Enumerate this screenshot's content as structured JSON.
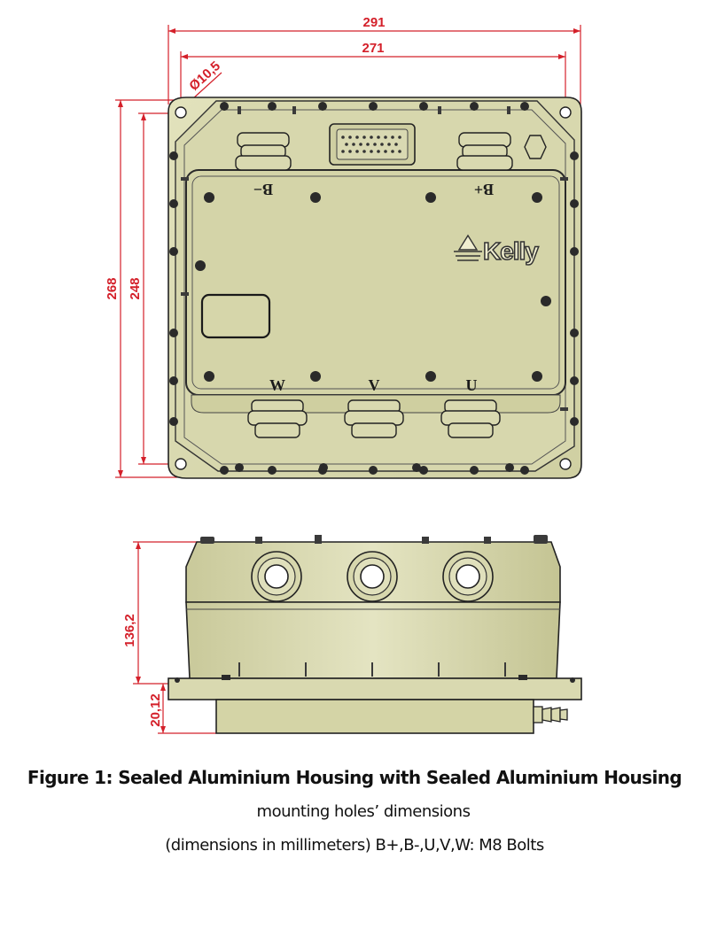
{
  "dimensions": {
    "overall_width": "291",
    "hole_spacing_width": "271",
    "hole_diameter": "Ø10,5",
    "overall_height": "268",
    "hole_spacing_height": "248",
    "housing_height": "136,2",
    "base_height": "20,12"
  },
  "terminals": {
    "b_minus": "B−",
    "b_plus": "B+",
    "w": "W",
    "v": "V",
    "u": "U"
  },
  "logo": {
    "text": "Kelly"
  },
  "caption": {
    "title": "Figure 1:  Sealed Aluminium Housing with  Sealed Aluminium Housing",
    "line2": "mounting holes’ dimensions",
    "line3": "(dimensions in millimeters) B+,B-,U,V,W: M8 Bolts"
  },
  "colors": {
    "housing_fill": "#dcdcb0",
    "dimension_red": "#d4202a",
    "outline": "#222222"
  }
}
